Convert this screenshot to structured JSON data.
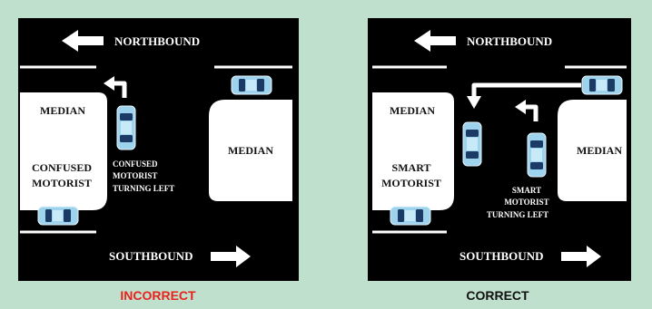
{
  "colors": {
    "background": "#bfe0cc",
    "road": "#000000",
    "median": "#ffffff",
    "car_body": "#9ed3ee",
    "car_glass": "#1b3a66",
    "incorrect": "#e8231d",
    "correct": "#111111"
  },
  "left_panel": {
    "northbound": "NORTHBOUND",
    "southbound": "SOUTHBOUND",
    "median_top": "MEDIAN",
    "median_right": "MEDIAN",
    "motorist_line1": "CONFUSED",
    "motorist_line2": "MOTORIST",
    "turning_line1": "CONFUSED",
    "turning_line2": "MOTORIST",
    "turning_line3": "TURNING LEFT",
    "caption": "INCORRECT"
  },
  "right_panel": {
    "northbound": "NORTHBOUND",
    "southbound": "SOUTHBOUND",
    "median_top": "MEDIAN",
    "median_right": "MEDIAN",
    "motorist_line1": "SMART",
    "motorist_line2": "MOTORIST",
    "turning_line1": "SMART",
    "turning_line2": "MOTORIST",
    "turning_line3": "TURNING LEFT",
    "caption": "CORRECT"
  },
  "icons": [
    "arrow-left-icon",
    "arrow-right-icon",
    "turn-left-arrow-icon",
    "car-icon"
  ]
}
